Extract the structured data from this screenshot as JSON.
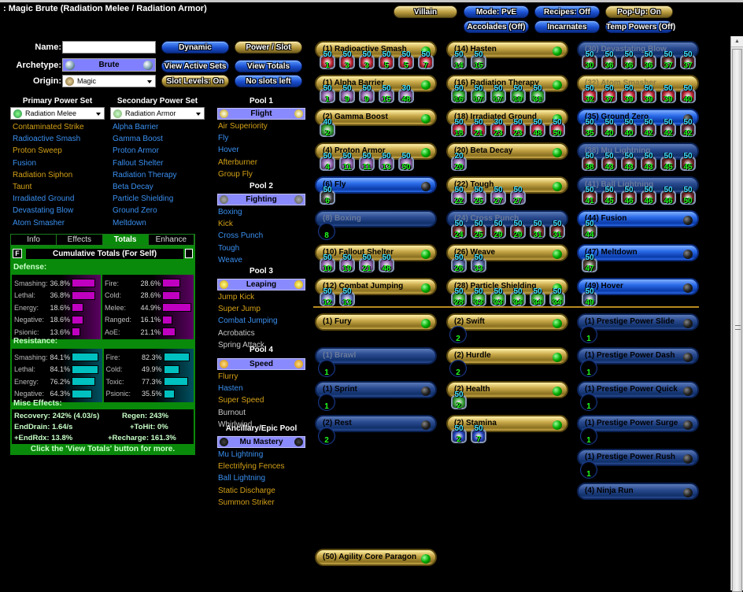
{
  "header": {
    "title": ": Magic Brute (Radiation Melee / Radiation Armor)"
  },
  "top_buttons": {
    "villain": "Villain",
    "mode": "Mode: PvE",
    "recipes": "Recipes: Off",
    "popup": "Pop-Up: On",
    "accolades": "Accolades (Off)",
    "incarnates": "Incarnates",
    "temp_powers": "Temp Powers (Off)"
  },
  "form": {
    "name_label": "Name:",
    "name_value": "",
    "archetype_label": "Archetype:",
    "archetype_value": "Brute",
    "origin_label": "Origin:",
    "origin_value": "Magic"
  },
  "controls": {
    "dynamic": "Dynamic",
    "power_slot": "Power / Slot",
    "view_active_sets": "View Active Sets",
    "view_totals": "View Totals",
    "slot_levels": "Slot Levels: On",
    "no_slots_left": "No slots left"
  },
  "primary": {
    "header": "Primary Power Set",
    "selected": "Radiation Melee",
    "powers": [
      {
        "name": "Contaminated Strike",
        "color": "y"
      },
      {
        "name": "Radioactive Smash",
        "color": "b"
      },
      {
        "name": "Proton Sweep",
        "color": "y"
      },
      {
        "name": "Fusion",
        "color": "b"
      },
      {
        "name": "Radiation Siphon",
        "color": "y"
      },
      {
        "name": "Taunt",
        "color": "y"
      },
      {
        "name": "Irradiated Ground",
        "color": "b"
      },
      {
        "name": "Devastating Blow",
        "color": "b"
      },
      {
        "name": "Atom Smasher",
        "color": "b"
      }
    ]
  },
  "secondary": {
    "header": "Secondary Power Set",
    "selected": "Radiation Armor",
    "powers": [
      {
        "name": "Alpha Barrier",
        "color": "b"
      },
      {
        "name": "Gamma Boost",
        "color": "b"
      },
      {
        "name": "Proton Armor",
        "color": "b"
      },
      {
        "name": "Fallout Shelter",
        "color": "b"
      },
      {
        "name": "Radiation Therapy",
        "color": "b"
      },
      {
        "name": "Beta Decay",
        "color": "b"
      },
      {
        "name": "Particle Shielding",
        "color": "b"
      },
      {
        "name": "Ground Zero",
        "color": "b"
      },
      {
        "name": "Meltdown",
        "color": "b"
      }
    ]
  },
  "pools": [
    {
      "header": "Pool 1",
      "name": "Flight",
      "powers": [
        {
          "name": "Air Superiority",
          "color": "y"
        },
        {
          "name": "Fly",
          "color": "b"
        },
        {
          "name": "Hover",
          "color": "b"
        },
        {
          "name": "Afterburner",
          "color": "y"
        },
        {
          "name": "Group Fly",
          "color": "y"
        }
      ]
    },
    {
      "header": "Pool 2",
      "name": "Fighting",
      "powers": [
        {
          "name": "Boxing",
          "color": "b"
        },
        {
          "name": "Kick",
          "color": "y"
        },
        {
          "name": "Cross Punch",
          "color": "b"
        },
        {
          "name": "Tough",
          "color": "b"
        },
        {
          "name": "Weave",
          "color": "b"
        }
      ]
    },
    {
      "header": "Pool 3",
      "name": "Leaping",
      "powers": [
        {
          "name": "Jump Kick",
          "color": "y"
        },
        {
          "name": "Super Jump",
          "color": "y"
        },
        {
          "name": "Combat Jumping",
          "color": "b"
        },
        {
          "name": "Acrobatics",
          "color": "w"
        },
        {
          "name": "Spring Attack",
          "color": "w"
        }
      ]
    },
    {
      "header": "Pool 4",
      "name": "Speed",
      "powers": [
        {
          "name": "Flurry",
          "color": "y"
        },
        {
          "name": "Hasten",
          "color": "b"
        },
        {
          "name": "Super Speed",
          "color": "y"
        },
        {
          "name": "Burnout",
          "color": "w"
        },
        {
          "name": "Whirlwind",
          "color": "w"
        }
      ]
    },
    {
      "header": "Ancillary/Epic Pool",
      "name": "Mu Mastery",
      "powers": [
        {
          "name": "Mu Lightning",
          "color": "b"
        },
        {
          "name": "Electrifying Fences",
          "color": "y"
        },
        {
          "name": "Ball Lightning",
          "color": "b"
        },
        {
          "name": "Static Discharge",
          "color": "y"
        },
        {
          "name": "Summon Striker",
          "color": "y"
        }
      ]
    }
  ],
  "info_tabs": [
    "Info",
    "Effects",
    "Totals",
    "Enhance"
  ],
  "totals": {
    "f_button": "F",
    "title": "Cumulative Totals (For Self)",
    "defense_label": "Defense:",
    "defense_left": [
      {
        "name": "Smashing:",
        "value": "36.8%",
        "pct": 36.8
      },
      {
        "name": "Lethal:",
        "value": "36.8%",
        "pct": 36.8
      },
      {
        "name": "Energy:",
        "value": "18.6%",
        "pct": 18.6
      },
      {
        "name": "Negative:",
        "value": "18.6%",
        "pct": 18.6
      },
      {
        "name": "Psionic:",
        "value": "13.6%",
        "pct": 13.6
      }
    ],
    "defense_right": [
      {
        "name": "Fire:",
        "value": "28.6%",
        "pct": 28.6
      },
      {
        "name": "Cold:",
        "value": "28.6%",
        "pct": 28.6
      },
      {
        "name": "Melee:",
        "value": "44.9%",
        "pct": 44.9
      },
      {
        "name": "Ranged:",
        "value": "16.1%",
        "pct": 16.1
      },
      {
        "name": "AoE:",
        "value": "21.1%",
        "pct": 21.1
      }
    ],
    "resistance_label": "Resistance:",
    "resistance_left": [
      {
        "name": "Smashing:",
        "value": "84.1%",
        "pct": 84.1
      },
      {
        "name": "Lethal:",
        "value": "84.1%",
        "pct": 84.1
      },
      {
        "name": "Energy:",
        "value": "76.2%",
        "pct": 76.2
      },
      {
        "name": "Negative:",
        "value": "64.3%",
        "pct": 64.3
      }
    ],
    "resistance_right": [
      {
        "name": "Fire:",
        "value": "82.3%",
        "pct": 82.3
      },
      {
        "name": "Cold:",
        "value": "49.9%",
        "pct": 49.9
      },
      {
        "name": "Toxic:",
        "value": "77.3%",
        "pct": 77.3
      },
      {
        "name": "Psionic:",
        "value": "35.5%",
        "pct": 35.5
      }
    ],
    "misc_label": "Misc Effects:",
    "recovery": "Recovery: 242% (4.03/s)",
    "regen": "Regen: 243%",
    "enddrain": "EndDrain: 1.64/s",
    "tohit": "+ToHit: 0%",
    "endrdx": "+EndRdx: 13.8%",
    "recharge": "+Recharge: 161.3%",
    "footer": "Click the 'View Totals' button for more."
  },
  "build": {
    "col1": [
      {
        "label": "(1) Radioactive Smash",
        "style": "gold",
        "led": "g",
        "slots": [
          [
            "50",
            "1"
          ],
          [
            "50",
            "3"
          ],
          [
            "50",
            "3"
          ],
          [
            "50",
            "5"
          ],
          [
            "50",
            "5"
          ],
          [
            "50",
            "7"
          ]
        ],
        "slot_color": "#c02030"
      },
      {
        "label": "(1) Alpha Barrier",
        "style": "gold",
        "led": "g",
        "slots": [
          [
            "50",
            "1"
          ],
          [
            "50",
            "9"
          ],
          [
            "50",
            "9"
          ],
          [
            "50",
            "15"
          ],
          [
            "30",
            "48"
          ]
        ],
        "slot_color": "#9060b0"
      },
      {
        "label": "(2) Gamma Boost",
        "style": "gold",
        "led": "g",
        "slots": [
          [
            "40",
            "2"
          ]
        ],
        "slot_color": "#30a030"
      },
      {
        "label": "(4) Proton Armor",
        "style": "gold",
        "led": "g",
        "slots": [
          [
            "50",
            "4"
          ],
          [
            "50",
            "11"
          ],
          [
            "50",
            "11"
          ],
          [
            "50",
            "13"
          ],
          [
            "50",
            "50"
          ]
        ],
        "slot_color": "#9060b0"
      },
      {
        "label": "(6) Fly",
        "style": "blue",
        "led": "k",
        "slots": [
          [
            "50",
            "6"
          ]
        ],
        "slot_color": "#404040"
      },
      {
        "label": "(8) Boxing",
        "style": "dblue",
        "dim": true,
        "empty": "8"
      },
      {
        "label": "(10) Fallout Shelter",
        "style": "gold",
        "led": "g",
        "slots": [
          [
            "50",
            "10"
          ],
          [
            "50",
            "19"
          ],
          [
            "50",
            "21"
          ],
          [
            "50",
            "48"
          ]
        ],
        "slot_color": "#9060b0"
      },
      {
        "label": "(12) Combat Jumping",
        "style": "gold",
        "led": "g",
        "slots": [
          [
            "50",
            "12"
          ],
          [
            "50",
            "13"
          ]
        ],
        "slot_color": "#6070c0"
      }
    ],
    "col2": [
      {
        "label": "(14) Hasten",
        "style": "gold",
        "led": "g",
        "slots": [
          [
            "50",
            "14"
          ],
          [
            "50",
            "15"
          ]
        ],
        "slot_color": "#606060"
      },
      {
        "label": "(16) Radiation Therapy",
        "style": "gold",
        "led": "g",
        "slots": [
          [
            "50",
            "16"
          ],
          [
            "50",
            "17"
          ],
          [
            "50",
            "17"
          ],
          [
            "50",
            "19"
          ],
          [
            "50",
            "31"
          ]
        ],
        "slot_color": "#30b030"
      },
      {
        "label": "(18) Irradiated Ground",
        "style": "gold",
        "led": "g",
        "slots": [
          [
            "50",
            "18"
          ],
          [
            "50",
            "21"
          ],
          [
            "30",
            "23"
          ],
          [
            "50",
            "23"
          ],
          [
            "50",
            "48"
          ],
          [
            "50",
            "50"
          ]
        ],
        "slot_color": "#c02040"
      },
      {
        "label": "(20) Beta Decay",
        "style": "gold",
        "led": "g",
        "slots": [
          [
            "20",
            "20"
          ]
        ],
        "slot_color": "#9060b0"
      },
      {
        "label": "(22) Tough",
        "style": "gold",
        "led": "g",
        "slots": [
          [
            "50",
            "22"
          ],
          [
            "50",
            "25"
          ],
          [
            "50",
            "27"
          ],
          [
            "50",
            "27"
          ]
        ],
        "slot_color": "#9060b0"
      },
      {
        "label": "(24) Cross Punch",
        "style": "dblue",
        "dim": true,
        "slots": [
          [
            "50",
            "24"
          ],
          [
            "50",
            "25"
          ],
          [
            "50",
            "29"
          ],
          [
            "50",
            "29"
          ],
          [
            "50",
            "31"
          ],
          [
            "50",
            "31"
          ]
        ],
        "slot_color": "#702020"
      },
      {
        "label": "(26) Weave",
        "style": "gold",
        "led": "g",
        "slots": [
          [
            "50",
            "26"
          ],
          [
            "50",
            "33"
          ]
        ],
        "slot_color": "#5060a0"
      },
      {
        "label": "(28) Particle Shielding",
        "style": "gold",
        "led": "g",
        "slots": [
          [
            "50",
            "28"
          ],
          [
            "50",
            "33"
          ],
          [
            "50",
            "33"
          ],
          [
            "50",
            "34"
          ],
          [
            "50",
            "34"
          ],
          [
            "50",
            "34"
          ]
        ],
        "slot_color": "#30b030"
      }
    ],
    "col3": [
      {
        "label": "(30) Devastating Blow",
        "style": "dblue",
        "dim": true,
        "slots": [
          [
            "50",
            "30"
          ],
          [
            "50",
            "36"
          ],
          [
            "50",
            "36"
          ],
          [
            "50",
            "36"
          ],
          [
            "50",
            "37"
          ],
          [
            "50",
            "37"
          ]
        ],
        "slot_color": "#602020"
      },
      {
        "label": "(32) Atom Smasher",
        "style": "gold",
        "dimg": true,
        "slots": [
          [
            "50",
            "32"
          ],
          [
            "50",
            "37"
          ],
          [
            "50",
            "39"
          ],
          [
            "50",
            "39"
          ],
          [
            "50",
            "39"
          ],
          [
            "50",
            "40"
          ]
        ],
        "slot_color": "#c02030"
      },
      {
        "label": "(35) Ground Zero",
        "style": "blue",
        "led": "k",
        "slots": [
          [
            "50",
            "35"
          ],
          [
            "50",
            "40"
          ],
          [
            "50",
            "40"
          ],
          [
            "50",
            "42"
          ],
          [
            "50",
            "42"
          ],
          [
            "50",
            "42"
          ]
        ],
        "slot_color": "#602030"
      },
      {
        "label": "(38) Mu Lightning",
        "style": "dblue",
        "dim": true,
        "slots": [
          [
            "50",
            "38"
          ],
          [
            "50",
            "43"
          ],
          [
            "50",
            "43"
          ],
          [
            "50",
            "43"
          ],
          [
            "50",
            "45"
          ],
          [
            "50",
            "45"
          ]
        ],
        "slot_color": "#702020"
      },
      {
        "label": "(41) Ball Lightning",
        "style": "dblue",
        "dim": true,
        "slots": [
          [
            "50",
            "41"
          ],
          [
            "50",
            "45"
          ],
          [
            "50",
            "46"
          ],
          [
            "50",
            "46"
          ],
          [
            "50",
            "46"
          ],
          [
            "50",
            "50"
          ]
        ],
        "slot_color": "#702020"
      },
      {
        "label": "(44) Fusion",
        "style": "blue",
        "led": "k",
        "slots": [
          [
            "50",
            "44"
          ]
        ],
        "slot_color": "#504030"
      },
      {
        "label": "(47) Meltdown",
        "style": "blue",
        "led": "k",
        "slots": [
          [
            "50",
            "47"
          ]
        ],
        "slot_color": "#504030"
      },
      {
        "label": "(49) Hover",
        "style": "blue",
        "led": "k",
        "slots": [
          [
            "50",
            "49"
          ]
        ],
        "slot_color": "#405080"
      }
    ],
    "inherent_col1": [
      {
        "label": "(1) Fury",
        "style": "gold",
        "led": "g"
      },
      {
        "label": "(1) Brawl",
        "style": "dblue",
        "dim": true,
        "empty": "1"
      },
      {
        "label": "(1) Sprint",
        "style": "dblue",
        "led": "k",
        "empty": "1"
      },
      {
        "label": "(2) Rest",
        "style": "dblue",
        "led": "k",
        "empty": "2"
      }
    ],
    "inherent_col2": [
      {
        "label": "(2) Swift",
        "style": "gold",
        "led": "g",
        "empty": "2"
      },
      {
        "label": "(2) Hurdle",
        "style": "gold",
        "led": "g",
        "empty": "2"
      },
      {
        "label": "(2) Health",
        "style": "gold",
        "led": "g",
        "slots": [
          [
            "50",
            "2"
          ]
        ],
        "slot_color": "#30a030"
      },
      {
        "label": "(2) Stamina",
        "style": "gold",
        "led": "g",
        "slots": [
          [
            "50",
            "2"
          ],
          [
            "50",
            "7"
          ]
        ],
        "slot_color": "#2040c0"
      }
    ],
    "inherent_col3": [
      {
        "label": "(1) Prestige Power Slide",
        "style": "dblue",
        "led": "k",
        "empty": "1"
      },
      {
        "label": "(1) Prestige Power Dash",
        "style": "dblue",
        "led": "k",
        "empty": "1"
      },
      {
        "label": "(1) Prestige Power Quick",
        "style": "dblue",
        "led": "k",
        "empty": "1"
      },
      {
        "label": "(1) Prestige Power Surge",
        "style": "dblue",
        "led": "k",
        "empty": "1"
      },
      {
        "label": "(1) Prestige Power Rush",
        "style": "dblue",
        "led": "k",
        "empty": "1"
      },
      {
        "label": "(4) Ninja Run",
        "style": "dblue",
        "led": "k"
      }
    ],
    "incarnate": {
      "label": "(50) Agility Core Paragon",
      "style": "gold",
      "led": "g"
    }
  },
  "colors": {
    "gold": "#c9a94a",
    "blue": "#2a6ae8",
    "green_panel": "#0a8a0a",
    "defense_bar": "#c000c0",
    "resistance_bar": "#00c0c0",
    "slot_top": "#40e0ff",
    "slot_level": "#20ff20"
  }
}
